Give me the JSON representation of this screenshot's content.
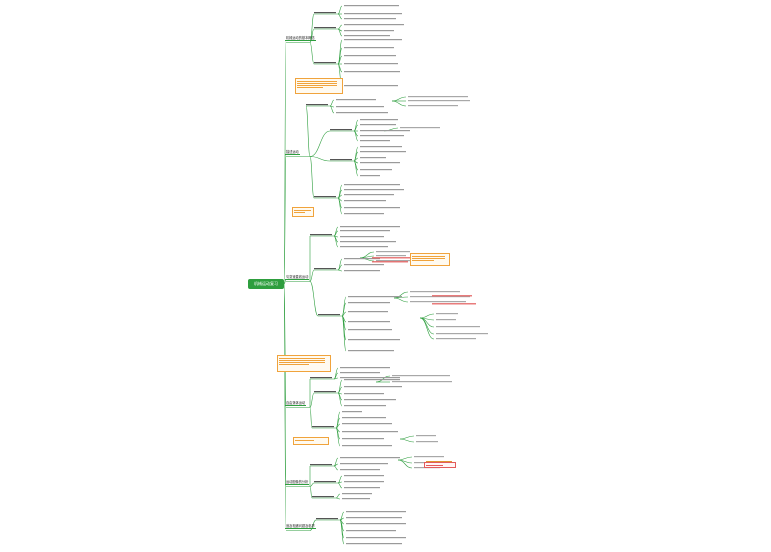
{
  "root": {
    "label": "机械运动复习"
  },
  "branches": [
    {
      "label": "机械运动的基本概念"
    },
    {
      "label": "描述运动"
    },
    {
      "label": "匀变速直线运动"
    },
    {
      "label": "自由落体运动"
    },
    {
      "label": "运动图像的分析"
    },
    {
      "label": "追及相遇问题及临界"
    }
  ],
  "colors": {
    "root": "#2e9e3e",
    "line": "#2e9e3e",
    "note_border": "#f0a33c",
    "note_red": "#e35b5b",
    "text": "#222222"
  }
}
